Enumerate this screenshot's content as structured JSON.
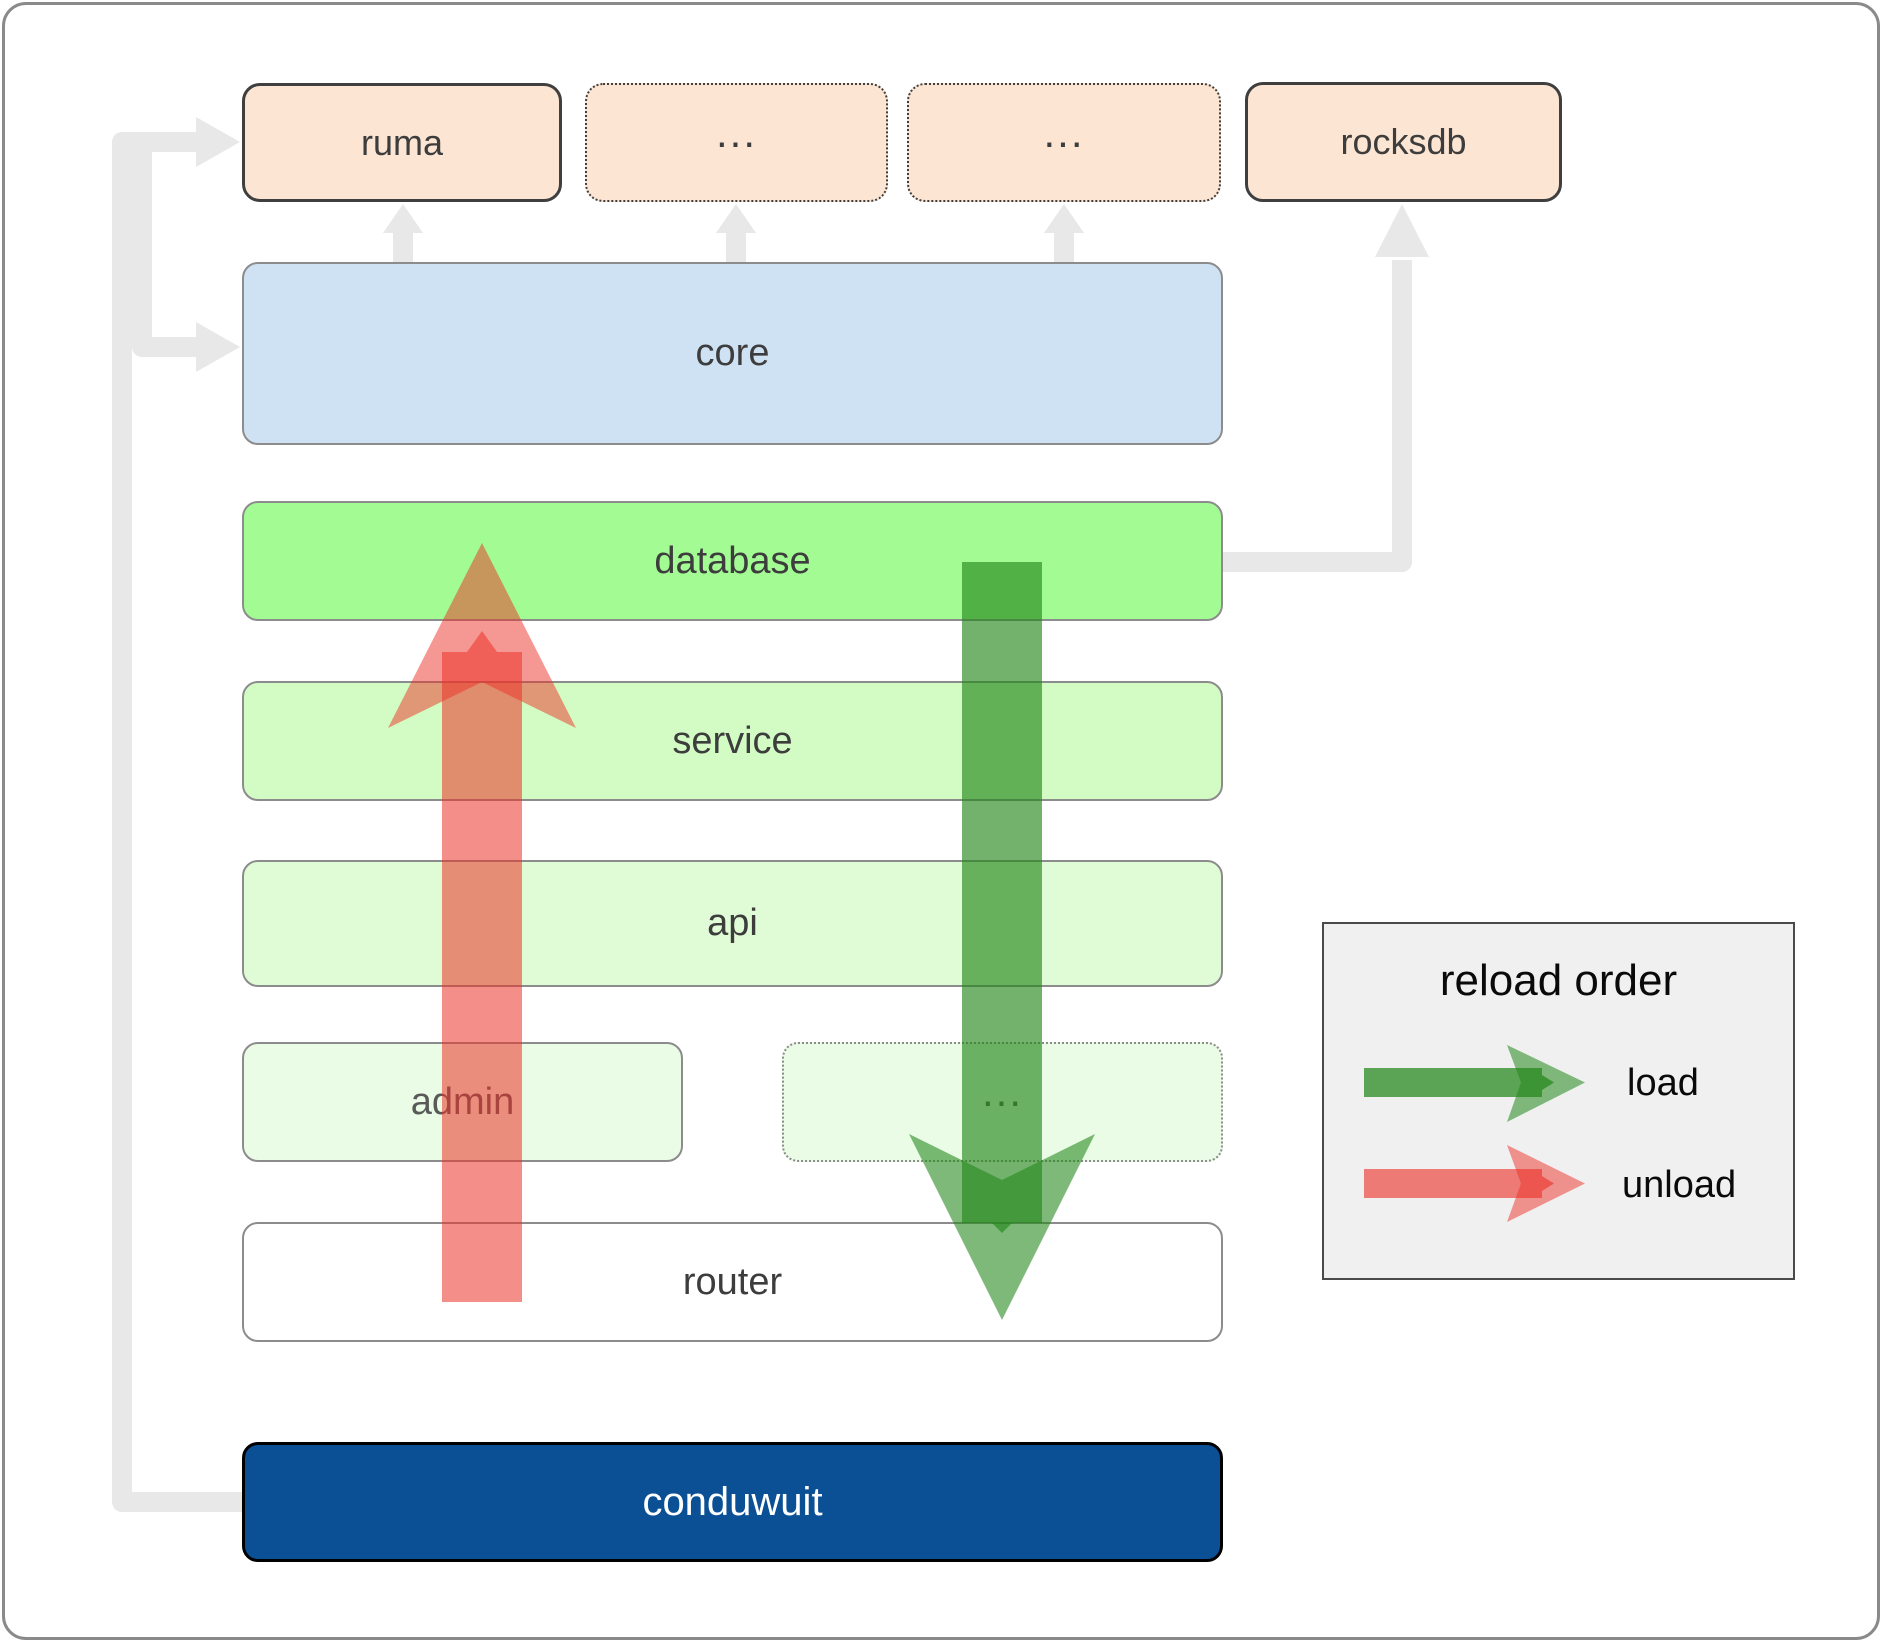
{
  "boxes": {
    "ruma": {
      "label": "ruma"
    },
    "ellipsis1": {
      "label": "..."
    },
    "ellipsis2": {
      "label": "..."
    },
    "rocksdb": {
      "label": "rocksdb"
    },
    "core": {
      "label": "core"
    },
    "database": {
      "label": "database"
    },
    "service": {
      "label": "service"
    },
    "api": {
      "label": "api"
    },
    "admin": {
      "label": "admin"
    },
    "ellipsis3": {
      "label": "..."
    },
    "router": {
      "label": "router"
    },
    "conduwuit": {
      "label": "conduwuit"
    }
  },
  "legend": {
    "title": "reload order",
    "items": [
      {
        "label": "load",
        "color": "#238719"
      },
      {
        "label": "unload",
        "color": "#eb3228"
      }
    ]
  },
  "colors": {
    "page-bg": "#ffffff",
    "frame-border": "#8a8a8a",
    "border-dark": "#3f3f3f",
    "border-gray": "#8c8c8c",
    "peach": "#fce5d2",
    "core-blue": "#cfe2f3",
    "green-bright": "#a3fb93",
    "green-light": "#d2fcc4",
    "green-lighter": "#e0fcd6",
    "green-faint": "#eafce5",
    "navy": "#0b4f94",
    "connector-gray": "#e8e8e8",
    "arrow-green": "#238719",
    "arrow-red": "#eb3228",
    "legend-bg": "#f0f0f0",
    "text-dark": "#3d3d3d",
    "text-mid": "#595959",
    "text-white": "#ffffff"
  }
}
